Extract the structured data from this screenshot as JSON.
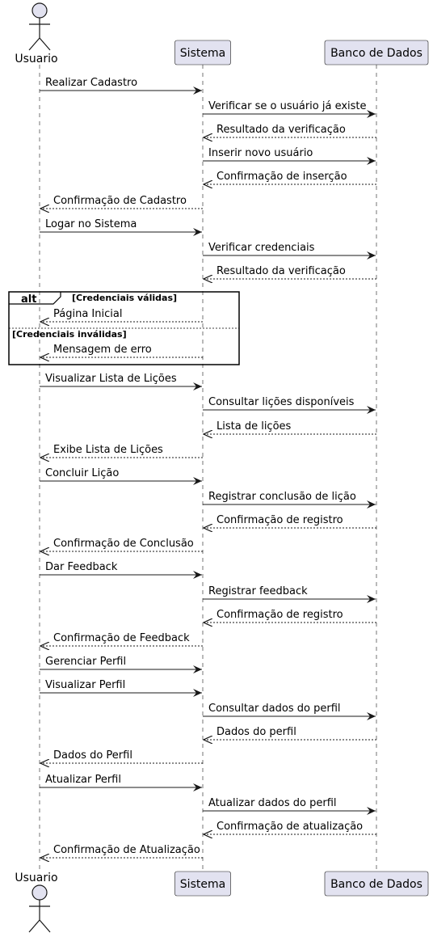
{
  "participants": [
    {
      "id": "usuario",
      "name": "Usuario",
      "kind": "actor"
    },
    {
      "id": "sistema",
      "name": "Sistema",
      "kind": "participant"
    },
    {
      "id": "banco",
      "name": "Banco de Dados",
      "kind": "participant"
    }
  ],
  "messages": [
    {
      "from": "usuario",
      "to": "sistema",
      "text": "Realizar Cadastro",
      "type": "sync"
    },
    {
      "from": "sistema",
      "to": "banco",
      "text": "Verificar se o usuário já existe",
      "type": "sync"
    },
    {
      "from": "banco",
      "to": "sistema",
      "text": "Resultado da verificação",
      "type": "return"
    },
    {
      "from": "sistema",
      "to": "banco",
      "text": "Inserir novo usuário",
      "type": "sync"
    },
    {
      "from": "banco",
      "to": "sistema",
      "text": "Confirmação de inserção",
      "type": "return"
    },
    {
      "from": "sistema",
      "to": "usuario",
      "text": "Confirmação de Cadastro",
      "type": "return"
    },
    {
      "from": "usuario",
      "to": "sistema",
      "text": "Logar no Sistema",
      "type": "sync"
    },
    {
      "from": "sistema",
      "to": "banco",
      "text": "Verificar credenciais",
      "type": "sync"
    },
    {
      "from": "banco",
      "to": "sistema",
      "text": "Resultado da verificação",
      "type": "return"
    },
    {
      "from": "sistema",
      "to": "usuario",
      "text": "Página Inicial",
      "type": "return"
    },
    {
      "from": "sistema",
      "to": "usuario",
      "text": "Mensagem de erro",
      "type": "return"
    },
    {
      "from": "usuario",
      "to": "sistema",
      "text": "Visualizar Lista de Lições",
      "type": "sync"
    },
    {
      "from": "sistema",
      "to": "banco",
      "text": "Consultar lições disponíveis",
      "type": "sync"
    },
    {
      "from": "banco",
      "to": "sistema",
      "text": "Lista de lições",
      "type": "return"
    },
    {
      "from": "sistema",
      "to": "usuario",
      "text": "Exibe Lista de Lições",
      "type": "return"
    },
    {
      "from": "usuario",
      "to": "sistema",
      "text": "Concluir Lição",
      "type": "sync"
    },
    {
      "from": "sistema",
      "to": "banco",
      "text": "Registrar conclusão de lição",
      "type": "sync"
    },
    {
      "from": "banco",
      "to": "sistema",
      "text": "Confirmação de registro",
      "type": "return"
    },
    {
      "from": "sistema",
      "to": "usuario",
      "text": "Confirmação de Conclusão",
      "type": "return"
    },
    {
      "from": "usuario",
      "to": "sistema",
      "text": "Dar Feedback",
      "type": "sync"
    },
    {
      "from": "sistema",
      "to": "banco",
      "text": "Registrar feedback",
      "type": "sync"
    },
    {
      "from": "banco",
      "to": "sistema",
      "text": "Confirmação de registro",
      "type": "return"
    },
    {
      "from": "sistema",
      "to": "usuario",
      "text": "Confirmação de Feedback",
      "type": "return"
    },
    {
      "from": "usuario",
      "to": "sistema",
      "text": "Gerenciar Perfil",
      "type": "sync"
    },
    {
      "from": "usuario",
      "to": "sistema",
      "text": "Visualizar Perfil",
      "type": "sync"
    },
    {
      "from": "sistema",
      "to": "banco",
      "text": "Consultar dados do perfil",
      "type": "sync"
    },
    {
      "from": "banco",
      "to": "sistema",
      "text": "Dados do perfil",
      "type": "return"
    },
    {
      "from": "sistema",
      "to": "usuario",
      "text": "Dados do Perfil",
      "type": "return"
    },
    {
      "from": "usuario",
      "to": "sistema",
      "text": "Atualizar Perfil",
      "type": "sync"
    },
    {
      "from": "sistema",
      "to": "banco",
      "text": "Atualizar dados do perfil",
      "type": "sync"
    },
    {
      "from": "banco",
      "to": "sistema",
      "text": "Confirmação de atualização",
      "type": "return"
    },
    {
      "from": "sistema",
      "to": "usuario",
      "text": "Confirmação de Atualização",
      "type": "return"
    }
  ],
  "fragments": [
    {
      "kind": "alt",
      "operands": [
        {
          "guard": "[Credenciais válidas]",
          "messages": [
            9
          ]
        },
        {
          "guard": "[Credenciais inválidas]",
          "messages": [
            10
          ]
        }
      ]
    }
  ],
  "colors": {
    "participant_fill": "#E2E2F0",
    "participant_border": "#181818",
    "lifeline": "#181818",
    "arrow": "#181818",
    "text": "#000000"
  }
}
